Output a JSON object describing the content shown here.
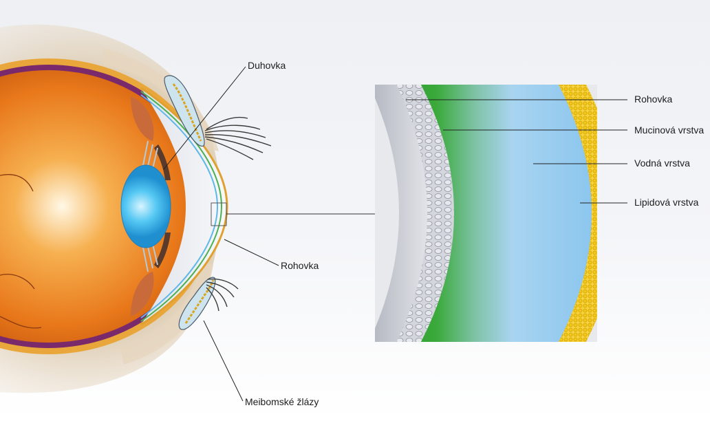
{
  "labels": {
    "iris": "Duhovka",
    "cornea_eye": "Rohovka",
    "meibomian_glands": "Meibomské žlázy",
    "cornea_detail": "Rohovka",
    "mucin_layer": "Mucinová vrstva",
    "aqueous_layer": "Vodná vrstva",
    "lipid_layer": "Lipidová vrstva"
  },
  "colors": {
    "eyeball": "#e8781a",
    "sclera_rim": "#e9a63a",
    "lens": "#4fc6f2",
    "mucin": "#35a535",
    "aqueous": "#8ec8ee",
    "lipid": "#f2c40c",
    "epithelium": "#c9cdd6"
  }
}
